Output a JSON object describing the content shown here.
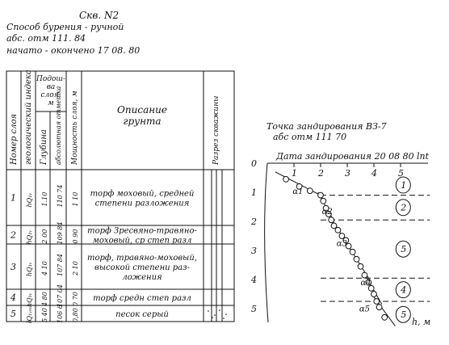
{
  "borehole": {
    "title": "Скв. N2",
    "method": "Способ бурения - ручной",
    "elevation": "абс. отм   111. 84",
    "dates": "начато - окончено 17 08. 80"
  },
  "table": {
    "headers": {
      "layer_no": "Номер слоя",
      "geo_index": "геологический индекс",
      "bottom": "Подош-ва слоя, м",
      "depth": "Глубина",
      "abs_mark": "абсолютная отметка",
      "thickness": "Мощность слоя, м",
      "description": "Описание грунта",
      "section": "Разрез скважины"
    },
    "rows": [
      {
        "no": "1",
        "index": "hQ₁ᵥ",
        "depth": "1.10",
        "mark": "110 74",
        "thick": "1 10",
        "desc": [
          "торф моховый, средней",
          "степени разложения"
        ]
      },
      {
        "no": "2",
        "index": "hQ₁ᵥ",
        "depth": "2 00",
        "mark": "109 84",
        "thick": "0 90",
        "desc": [
          "торф Зресвяно-травяно-",
          "моховый, ср степ разл"
        ]
      },
      {
        "no": "3",
        "index": "hQ₁ᵥ",
        "depth": "4 10",
        "mark": "107 84",
        "thick": "2 10",
        "desc": [
          "торф, травяно-моховый,",
          "высокой степени раз-",
          "ложения"
        ]
      },
      {
        "no": "4",
        "index": "hQ₁ᵥ",
        "depth": "4 80",
        "mark": "107 04",
        "thick": "0 70",
        "desc": [
          "торф средн степ разл"
        ]
      },
      {
        "no": "5",
        "index": "lQ₁ᵥₘ",
        "depth": "5 40",
        "mark": "106 6",
        "thick": "0,80",
        "desc": [
          "песок серый"
        ]
      }
    ]
  },
  "sounding": {
    "title": "Точка зандирования  ВЗ-7",
    "elevation": "абс отм   111 70",
    "date_label": "Дата зандирования   20 08 80",
    "x_axis_label": "lnt",
    "y_axis_label": "h, м",
    "x_ticks": [
      "1",
      "2",
      "3",
      "4",
      "5"
    ],
    "y_ticks": [
      "0",
      "1",
      "2",
      "3",
      "4",
      "5"
    ],
    "alpha_labels": [
      "α1",
      "α2",
      "α3",
      "α4",
      "α5"
    ],
    "layer_markers": [
      "1",
      "2",
      "5",
      "4",
      "5"
    ]
  },
  "chart_data": {
    "type": "scatter",
    "title": "Точка зандирования  ВЗ-7",
    "xlabel": "lnt",
    "ylabel": "h, м",
    "xlim": [
      0,
      6
    ],
    "ylim": [
      5.6,
      0
    ],
    "x_ticks": [
      1,
      2,
      3,
      4,
      5
    ],
    "y_ticks": [
      0,
      1,
      2,
      3,
      4,
      5
    ],
    "points": [
      {
        "x": 0.7,
        "y": 0.55
      },
      {
        "x": 1.2,
        "y": 0.8
      },
      {
        "x": 1.6,
        "y": 0.95
      },
      {
        "x": 2.0,
        "y": 1.1
      },
      {
        "x": 2.1,
        "y": 1.3
      },
      {
        "x": 2.2,
        "y": 1.55
      },
      {
        "x": 2.3,
        "y": 1.75
      },
      {
        "x": 2.4,
        "y": 1.95
      },
      {
        "x": 2.5,
        "y": 2.15
      },
      {
        "x": 2.65,
        "y": 2.3
      },
      {
        "x": 2.8,
        "y": 2.5
      },
      {
        "x": 2.95,
        "y": 2.65
      },
      {
        "x": 3.05,
        "y": 2.85
      },
      {
        "x": 3.2,
        "y": 3.05
      },
      {
        "x": 3.35,
        "y": 3.3
      },
      {
        "x": 3.5,
        "y": 3.55
      },
      {
        "x": 3.65,
        "y": 3.85
      },
      {
        "x": 3.8,
        "y": 4.1
      },
      {
        "x": 3.9,
        "y": 4.3
      },
      {
        "x": 4.0,
        "y": 4.5
      },
      {
        "x": 4.1,
        "y": 4.75
      },
      {
        "x": 4.2,
        "y": 4.95
      },
      {
        "x": 4.4,
        "y": 5.3
      }
    ],
    "boundaries": [
      1.1,
      1.95,
      3.95,
      4.75
    ],
    "alphas": [
      "α1",
      "α2",
      "α3",
      "α4",
      "α5"
    ],
    "layers": [
      "1",
      "2",
      "5",
      "4",
      "5"
    ]
  }
}
